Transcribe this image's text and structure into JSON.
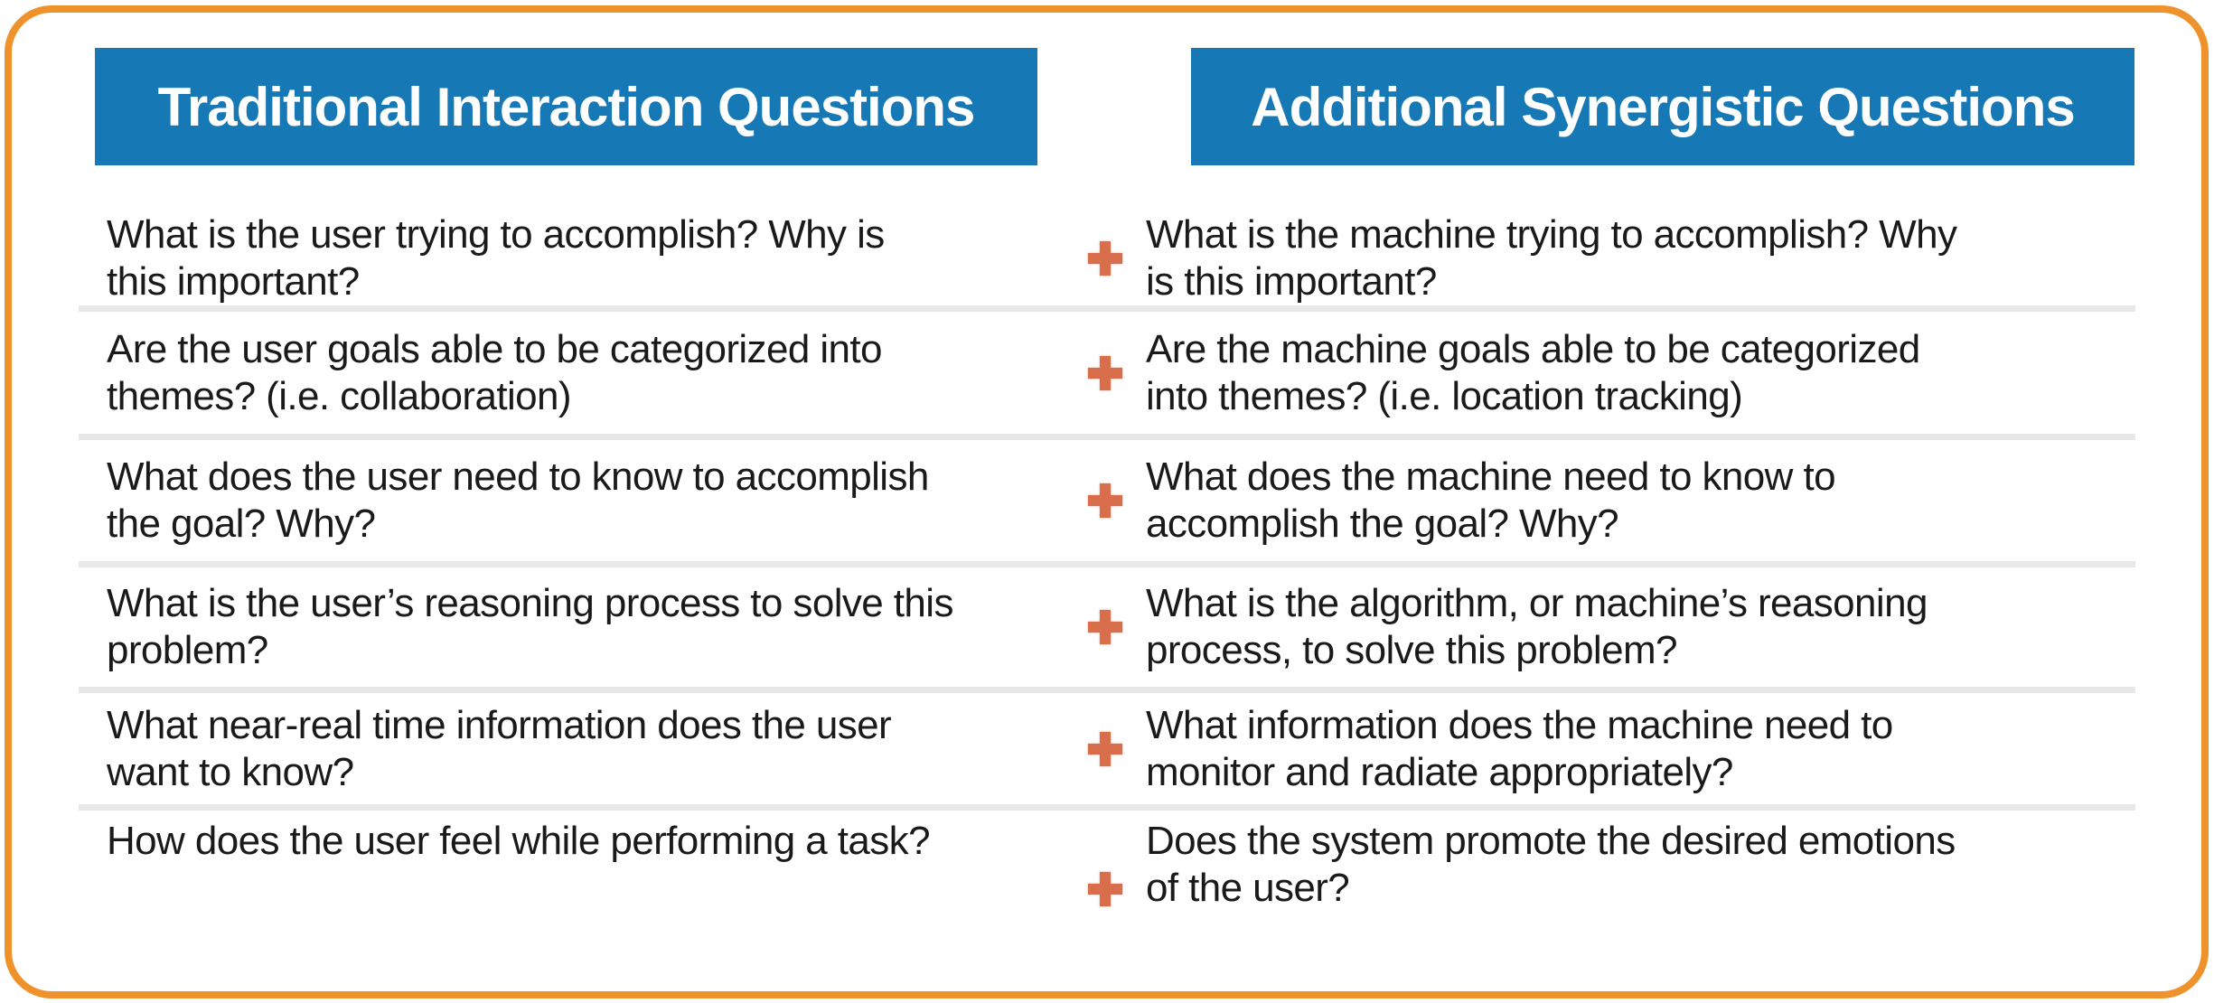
{
  "headers": {
    "left": "Traditional Interaction Questions",
    "right": "Additional Synergistic Questions"
  },
  "icons": {
    "plus": "+"
  },
  "colors": {
    "header_bg": "#1778B6",
    "header_text": "#FFFFFF",
    "outer_border": "#F0922B",
    "plus": "#D96E4D",
    "divider": "#E8E8E8",
    "body_text": "#1A1A1A"
  },
  "rows": [
    {
      "left": [
        "What is the user trying to accomplish? Why is",
        "this important?"
      ],
      "right": [
        "What is the machine trying to accomplish? Why",
        "is this important?"
      ]
    },
    {
      "left": [
        "Are the user goals able to be categorized into",
        "themes? (i.e. collaboration)"
      ],
      "right": [
        "Are the machine goals able to be categorized",
        "into themes? (i.e. location tracking)"
      ]
    },
    {
      "left": [
        "What does the user need to know to accomplish",
        "the goal? Why?"
      ],
      "right": [
        "What does the machine need to know to",
        "accomplish the goal? Why?"
      ]
    },
    {
      "left": [
        "What is the user’s reasoning process to solve this",
        "problem?"
      ],
      "right": [
        "What is the algorithm, or machine’s reasoning",
        "process, to solve this problem?"
      ]
    },
    {
      "left": [
        "What near-real time information does the user",
        "want to know?"
      ],
      "right": [
        "What information does the machine need to",
        "monitor and radiate appropriately?"
      ]
    },
    {
      "left": [
        "How does the user feel while performing a task?"
      ],
      "right": [
        "Does the system promote the desired emotions",
        "of the user?"
      ]
    }
  ]
}
